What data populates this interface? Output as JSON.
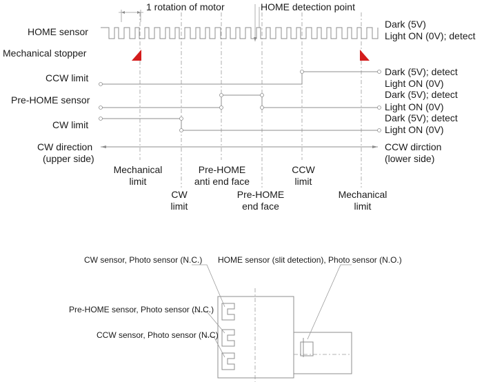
{
  "timing": {
    "top_labels": {
      "rotation": "1 rotation of motor",
      "home_point": "HOME detection point"
    },
    "rows": {
      "home_sensor": "HOME sensor",
      "mech_stopper": "Mechanical stopper",
      "ccw_limit": "CCW limit",
      "prehome_sensor": "Pre-HOME sensor",
      "cw_limit": "CW limit",
      "cw_direction_1": "CW direction",
      "cw_direction_2": "(upper side)"
    },
    "states": {
      "home_dark": "Dark (5V)",
      "home_light": "Light ON (0V); detect",
      "ccw_dark": "Dark (5V); detect",
      "ccw_light": "Light ON (0V)",
      "pre_dark": "Dark (5V); detect",
      "pre_light": "Light ON (0V)",
      "cw_dark": "Dark (5V); detect",
      "cw_light": "Light ON (0V)",
      "ccw_dir_1": "CCW dirction",
      "ccw_dir_2": "(lower side)"
    },
    "bottom_labels": {
      "mech_limit_left_1": "Mechanical",
      "mech_limit_left_2": "limit",
      "prehome_anti_1": "Pre-HOME",
      "prehome_anti_2": "anti end face",
      "ccw_limit_1": "CCW",
      "ccw_limit_2": "limit",
      "cw_limit_1": "CW",
      "cw_limit_2": "limit",
      "prehome_end_1": "Pre-HOME",
      "prehome_end_2": "end face",
      "mech_limit_right_1": "Mechanical",
      "mech_limit_right_2": "limit"
    }
  },
  "layout_diagram": {
    "cw_sensor": "CW sensor, Photo sensor (N.C.)",
    "home_sensor": "HOME sensor (slit detection), Photo sensor (N.O.)",
    "prehome_sensor": "Pre-HOME sensor, Photo sensor (N.C.)",
    "ccw_sensor": "CCW sensor, Photo sensor (N.C)"
  }
}
